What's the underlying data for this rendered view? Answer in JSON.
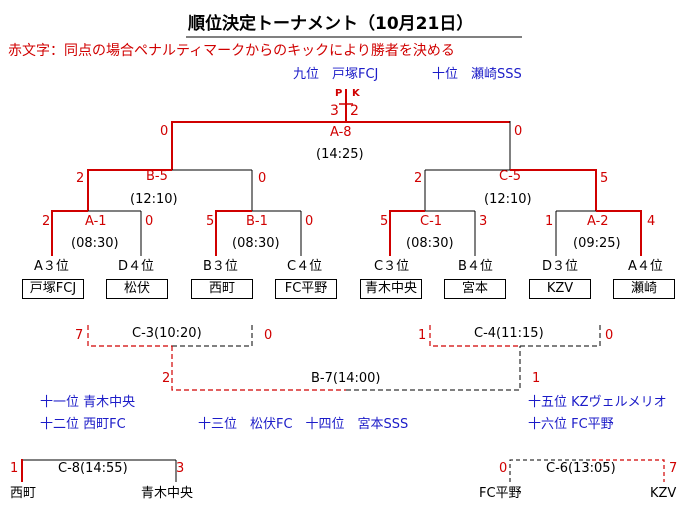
{
  "title": "順位決定トーナメント（10月21日）",
  "note": "赤文字：同点の場合ペナルティマークからのキックにより勝者を決める",
  "top": {
    "left_label": "九位　戸塚FCJ",
    "right_label": "十位　瀬崎SSS",
    "pk_p": "P",
    "pk_k": "K",
    "pk_left": "3",
    "pk_right": "2"
  },
  "matches": {
    "a8": {
      "name": "A-8",
      "time": "(14:25)",
      "left": "0",
      "right": "0"
    },
    "b5": {
      "name": "B-5",
      "time": "(12:10)",
      "left": "2",
      "right": "0"
    },
    "c5": {
      "name": "C-5",
      "time": "(12:10)",
      "left": "2",
      "right": "5"
    },
    "a1": {
      "name": "A-1",
      "time": "(08:30)",
      "left": "2",
      "right": "0"
    },
    "b1": {
      "name": "B-1",
      "time": "(08:30)",
      "left": "5",
      "right": "0"
    },
    "c1": {
      "name": "C-1",
      "time": "(08:30)",
      "left": "5",
      "right": "3"
    },
    "a2": {
      "name": "A-2",
      "time": "(09:25)",
      "left": "1",
      "right": "4"
    },
    "c3": {
      "name": "C-3(10:20)",
      "left": "7",
      "right": "0"
    },
    "c4": {
      "name": "C-4(11:15)",
      "left": "1",
      "right": "0"
    },
    "b7": {
      "name": "B-7(14:00)",
      "left": "2",
      "right": "1"
    },
    "c8": {
      "name": "C-8(14:55)",
      "left": "1",
      "right": "3"
    },
    "c6": {
      "name": "C-6(13:05)",
      "left": "0",
      "right": "7"
    }
  },
  "teams": [
    {
      "seed": "A３位",
      "name": "戸塚FCJ"
    },
    {
      "seed": "D４位",
      "name": "松伏"
    },
    {
      "seed": "B３位",
      "name": "西町"
    },
    {
      "seed": "C４位",
      "name": "FC平野"
    },
    {
      "seed": "C３位",
      "name": "青木中央"
    },
    {
      "seed": "B４位",
      "name": "宮本"
    },
    {
      "seed": "D３位",
      "name": "KZV"
    },
    {
      "seed": "A４位",
      "name": "瀬崎"
    }
  ],
  "results": {
    "r11": "十一位 青木中央",
    "r12": "十二位 西町FC",
    "r13": "十三位　松伏FC　十四位　宮本SSS",
    "r15": "十五位 KZヴェルメリオ",
    "r16": "十六位 FC平野"
  },
  "bottom": {
    "c8_left": "西町",
    "c8_right": "青木中央",
    "c6_left": "FC平野",
    "c6_right": "KZV"
  },
  "colors": {
    "red": "#d00000",
    "blue": "#1c1cc8",
    "black": "#000000"
  }
}
